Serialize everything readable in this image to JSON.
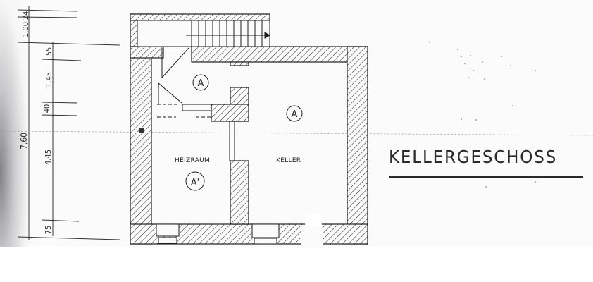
{
  "drawing": {
    "title": "KELLERGESCHOSS",
    "rooms": [
      {
        "id": "vorraum",
        "label": "",
        "marker": "A"
      },
      {
        "id": "keller",
        "label": "KELLER",
        "marker": "A"
      },
      {
        "id": "heizraum",
        "label": "HEIZRAUM",
        "marker": "A'"
      }
    ],
    "dimensions": {
      "total": "7,60",
      "segments": [
        "24",
        "1,00",
        "55",
        "1,45",
        "40",
        "4,45",
        "75"
      ]
    },
    "colors": {
      "line": "#1e1e1e",
      "paper": "#fbfbfb",
      "hatch": "#2b2b2b"
    }
  }
}
